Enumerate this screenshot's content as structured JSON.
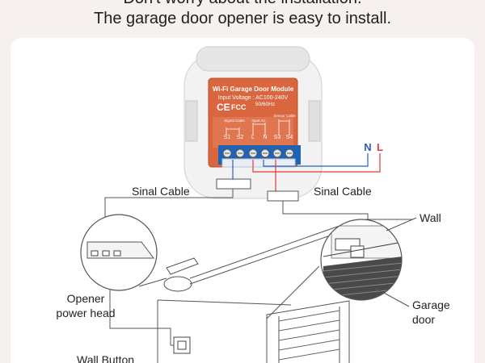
{
  "header": {
    "line1": "Don't worry about the installation.",
    "line2": "The garage door opener is easy to install."
  },
  "module": {
    "title": "Wi-Fi Garage Door Module",
    "input_voltage": "Input Voltage : AC100-240V",
    "frequency": "50/60Hz",
    "cert_marks": [
      "CE",
      "FCC"
    ],
    "small_labels": [
      "Signal Cable",
      "Input AC",
      "Sensor Cable"
    ],
    "terminals": [
      "S1",
      "S2",
      "L",
      "N",
      "S3",
      "S4"
    ]
  },
  "power": {
    "n_label": "N",
    "l_label": "L"
  },
  "labels": {
    "sinal_left": "Sinal Cable",
    "sinal_right": "Sinal Cable",
    "wall": "Wall",
    "opener_line1": "Opener",
    "opener_line2": "power head",
    "garage_line1": "Garage",
    "garage_line2": "door",
    "wall_button": "Wall Button"
  },
  "colors": {
    "module_orange": "#d9663f",
    "terminal_blue": "#1f63b8",
    "wire_red": "#e03a3a",
    "wire_blue": "#2d5fb5"
  }
}
